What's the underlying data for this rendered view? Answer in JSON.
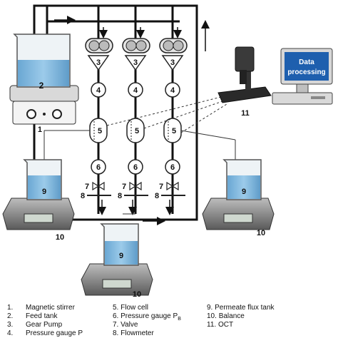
{
  "labels": {
    "stirrer": "1",
    "tank": "2",
    "pump": "3",
    "gauge_a": "4",
    "flow_cell": "5",
    "gauge_b": "6",
    "valve": "7",
    "flowmeter": "8",
    "permeate_tank": "9",
    "balance": "10",
    "oct": "11"
  },
  "computer": {
    "screen_line1": "Data",
    "screen_line2": "processing"
  },
  "legend": [
    {
      "num": "1.",
      "text": "Magnetic stirrer"
    },
    {
      "num": "2.",
      "text": "Feed tank"
    },
    {
      "num": "3.",
      "text": "Gear Pump"
    },
    {
      "num": "4.",
      "text": "Pressure gauge P"
    },
    {
      "num": "5.",
      "text": "Flow cell"
    },
    {
      "num": "6.",
      "text": "Pressure gauge P"
    },
    {
      "num": "7.",
      "text": "Valve"
    },
    {
      "num": "8.",
      "text": "Flowmeter"
    },
    {
      "num": "9.",
      "text": "Permeate flux tank"
    },
    {
      "num": "10.",
      "text": "Balance"
    },
    {
      "num": "11.",
      "text": "OCT"
    }
  ],
  "gauge_b_subscript": "B",
  "colors": {
    "water": "#7fb6dc",
    "line": "#111111",
    "beaker": "#e6eef3",
    "balance": "#8c8c8c",
    "screen": "#1e5fae"
  }
}
